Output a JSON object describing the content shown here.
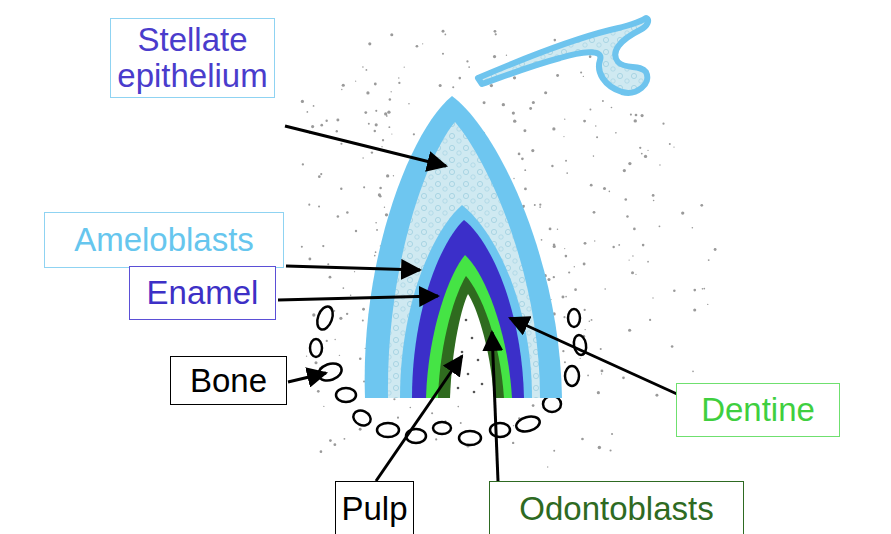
{
  "diagram": {
    "nodes": [
      {
        "text": [
          "Stellate epithelium"
        ]
      },
      {
        "text": [
          "Ameloblasts"
        ]
      },
      {
        "text": [
          "Enamel"
        ]
      },
      {
        "text": [
          "Bone"
        ]
      },
      {
        "text": [
          "Dentine"
        ]
      },
      {
        "text": [
          "Pulp"
        ]
      },
      {
        "text": [
          "Odontoblasts"
        ]
      }
    ]
  }
}
